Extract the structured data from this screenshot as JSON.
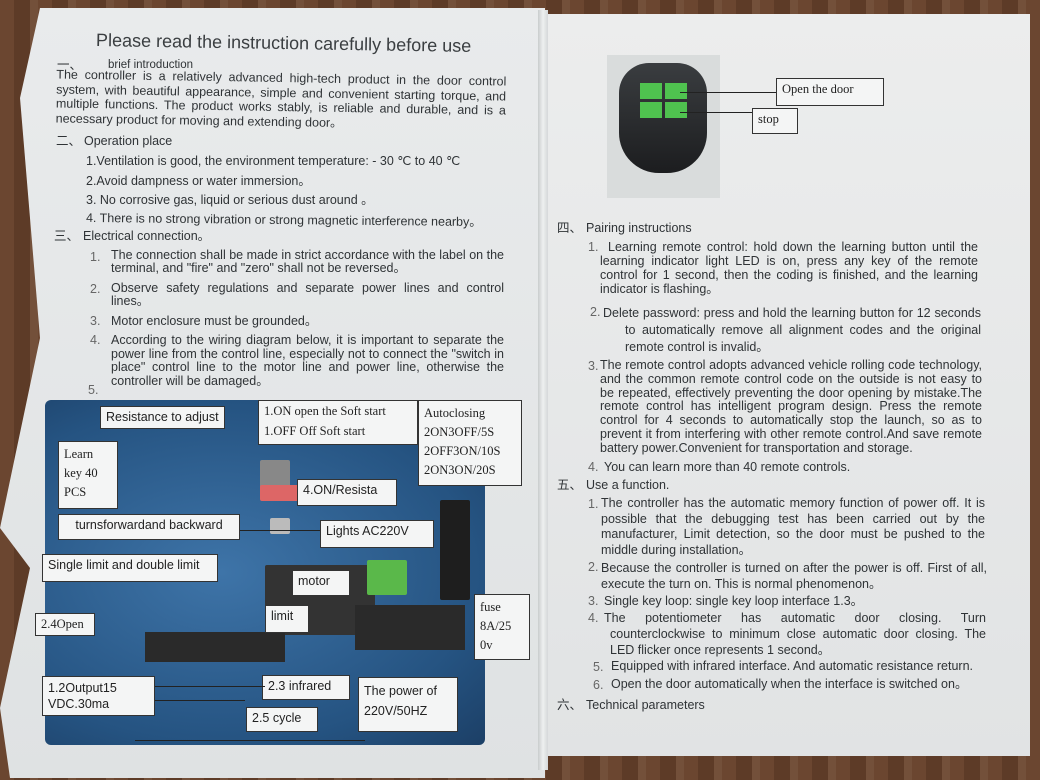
{
  "left_page": {
    "title": "Please read the instruction carefully before use",
    "s1": {
      "marker": "一、",
      "heading": "brief introduction",
      "body": "The controller is a relatively advanced high-tech product in the door control system, with beautiful appearance, simple and convenient starting torque, and multiple functions. The product works stably, is reliable and durable, and is a necessary product for moving and extending door。"
    },
    "s2": {
      "marker": "二、",
      "heading": "Operation place",
      "items": [
        "1.Ventilation is good, the environment temperature: - 30 ℃ to 40 ℃",
        "2.Avoid dampness or water immersion。",
        "3. No corrosive gas, liquid or serious dust around 。",
        "4. There is no strong vibration or strong magnetic interference nearby。"
      ]
    },
    "s3": {
      "marker": "三、",
      "heading": "Electrical connection。",
      "items": [
        {
          "n": "1.",
          "text": "The connection shall be made in strict accordance with the label on the terminal, and \"fire\" and \"zero\" shall not be reversed。"
        },
        {
          "n": "2.",
          "text": "Observe safety regulations and separate power lines and control lines。"
        },
        {
          "n": "3.",
          "text": "Motor enclosure must be grounded。"
        },
        {
          "n": "4.",
          "text": "According to the wiring diagram below, it is important to separate the power line from the control line, especially not to connect the \"switch in place\" control line to the motor line and power line, otherwise the controller will be damaged。"
        }
      ],
      "item5": "5."
    },
    "diagram": {
      "resistance": "Resistance to adjust",
      "soft_on": "1.ON open the Soft start",
      "soft_off": "1.OFF Off Soft start",
      "autoclosing": [
        "Autoclosing",
        "2ON3OFF/5S",
        "2OFF3ON/10S",
        "2ON3ON/20S"
      ],
      "learn": [
        "Learn",
        "key 40",
        "PCS"
      ],
      "resista": "4.ON/Resista",
      "turns": "turnsforwardand backward",
      "lights": "Lights AC220V",
      "limit_mode": "Single limit and double limit",
      "motor": "motor",
      "limit": "limit",
      "fuse": [
        "fuse",
        "8A/25",
        "0v"
      ],
      "open": "2.4Open",
      "output": [
        "1.2Output15",
        "VDC.30ma"
      ],
      "infrared": "2.3 infrared",
      "power": [
        "The power of",
        "220V/50HZ"
      ],
      "cycle": "2.5 cycle"
    }
  },
  "right_page": {
    "remote": {
      "open": "Open the door",
      "stop": "stop"
    },
    "s4": {
      "marker": "四、",
      "heading": "Pairing instructions",
      "items": [
        {
          "n": "1.",
          "text": "Learning remote control: hold down the learning button until the learning indicator light LED is on, press any key of the remote control for 1 second, then the coding is finished, and the learning indicator is flashing。"
        },
        {
          "n": "2.",
          "text": "Delete password: press and hold the learning button for 12 seconds to automatically remove all alignment codes and the original remote control is invalid。"
        },
        {
          "n": "3.",
          "text": "The remote control adopts advanced vehicle rolling code technology, and the common remote control code on the outside is not easy to be repeated, effectively preventing the door opening by mistake.The remote control has intelligent program design. Press the remote control for 4 seconds to automatically stop the launch, so as to prevent it from interfering with other remote control.And save remote battery power.Convenient for transportation and storage."
        },
        {
          "n": "4.",
          "text": "You can learn more than 40 remote controls."
        }
      ]
    },
    "s5": {
      "marker": "五、",
      "heading": "Use a function.",
      "items": [
        {
          "n": "1.",
          "text": "The controller has the automatic memory function of power off. It is possible that the debugging test has been carried out by the manufacturer, Limit detection, so the door must be pushed to the middle during installation。"
        },
        {
          "n": "2.",
          "text": "Because the controller is turned on after the power is off. First of all, execute the turn on. This is normal phenomenon。"
        },
        {
          "n": "3.",
          "text": "Single key loop: single key loop interface 1.3。"
        },
        {
          "n": "4.",
          "text": "The potentiometer has automatic door closing. Turn counterclockwise to minimum close automatic door closing. The LED flicker once represents 1 second。"
        },
        {
          "n": "5.",
          "text": "Equipped with infrared interface. And automatic resistance return."
        },
        {
          "n": "6.",
          "text": "Open the door automatically when the interface is switched on。"
        }
      ]
    },
    "s6": {
      "marker": "六、",
      "heading": "Technical parameters"
    }
  }
}
